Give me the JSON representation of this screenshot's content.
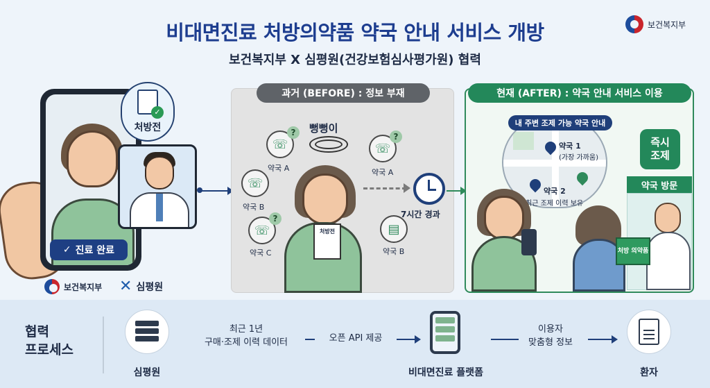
{
  "header": {
    "title": "비대면진료 처방의약품 약국 안내 서비스 개방",
    "subtitle": "보건복지부 X 심평원(건강보험심사평가원) 협력",
    "ministry": "보건복지부"
  },
  "left_panel": {
    "prescription_label": "처방전",
    "done_badge": "진료 완료",
    "check_glyph": "✓",
    "logo_ministry": "보건복지부",
    "logo_hira": "심평원"
  },
  "before": {
    "tag": "과거 (BEFORE) : 정보 부재",
    "sound": "뻥뻥이",
    "pharmacies": [
      "약국 A",
      "약국 A",
      "약국 B",
      "약국 C",
      "약국 B"
    ],
    "question": "?",
    "paper_label": "처방전",
    "elapsed": "7시간 경과"
  },
  "after": {
    "tag": "현재 (AFTER) : 약국 안내 서비스 이용",
    "map_tag": "내 주변 조제 가능 약국 안내",
    "pharmacy1": "약국 1",
    "pharmacy1_note": "(가장 가까움)",
    "pharmacy2": "약국 2",
    "pharmacy2_note": "최근 조제 이력 보유",
    "immediate_line1": "즉시",
    "immediate_line2": "조제",
    "visit": "약국 방문",
    "box_label": "처방 의약품"
  },
  "process": {
    "label_line1": "협력",
    "label_line2": "프로세스",
    "node1": "심평원",
    "step1_line1": "최근 1년",
    "step1_line2": "구매·조제 이력 데이터",
    "step2": "오픈 API 제공",
    "node2": "비대면진료 플랫폼",
    "step3_line1": "이용자",
    "step3_line2": "맞춤형 정보",
    "node3": "환자"
  },
  "colors": {
    "title_blue": "#1d3d8f",
    "after_green": "#23885a",
    "before_gray": "#5f6368",
    "navy": "#1f3f7a"
  },
  "icons": [
    "taegeuk-icon",
    "prescription-icon",
    "phone-call-icon",
    "clock-icon",
    "map-pin-icon",
    "server-database-icon",
    "mobile-app-icon",
    "receipt-icon",
    "hira-logo-icon"
  ]
}
